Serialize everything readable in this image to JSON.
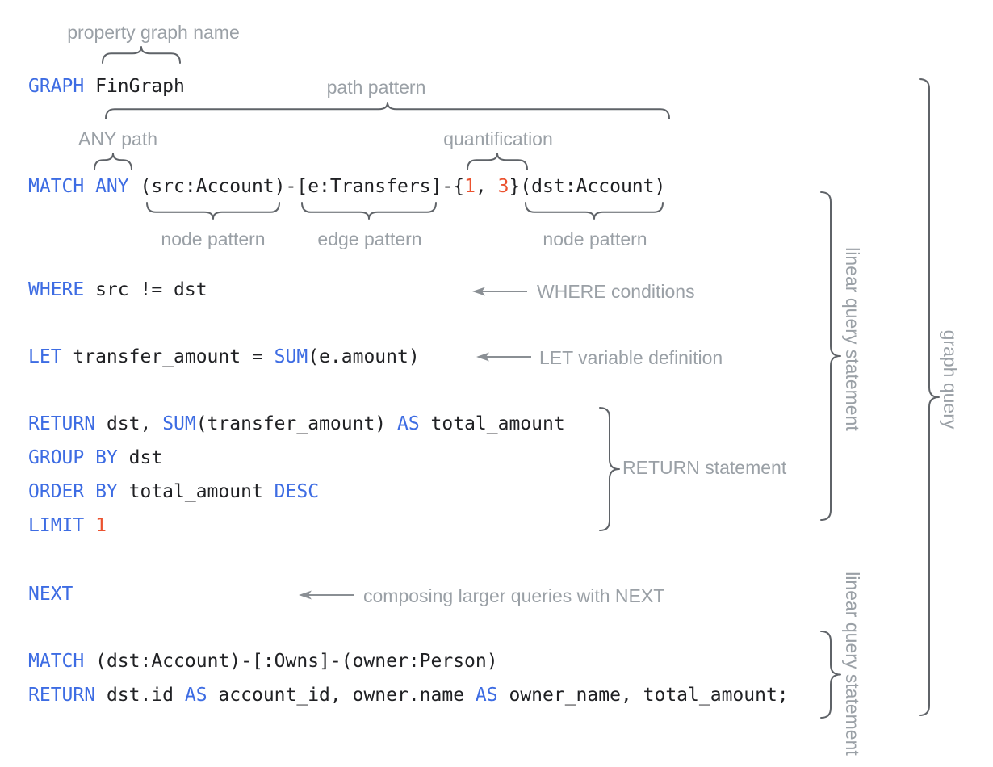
{
  "colors": {
    "keyword_blue": "#3d6ce3",
    "number_orange": "#eb522f",
    "code_dark": "#202124",
    "annotation_gray": "#9aa0a6",
    "brace_gray": "#5f6368",
    "arrow_gray": "#8a8f94",
    "background": "#ffffff"
  },
  "code_lines": [
    {
      "name": "graph-clause",
      "tokens": [
        {
          "t": "GRAPH ",
          "c": "keyword"
        },
        {
          "t": "FinGraph",
          "c": "plain"
        }
      ]
    },
    {
      "name": "match-any-clause",
      "tokens": [
        {
          "t": "MATCH ANY ",
          "c": "keyword"
        },
        {
          "t": "(src:Account)-[e:Transfers]-{",
          "c": "plain"
        },
        {
          "t": "1",
          "c": "number"
        },
        {
          "t": ", ",
          "c": "plain"
        },
        {
          "t": "3",
          "c": "number"
        },
        {
          "t": "}(dst:Account)",
          "c": "plain"
        }
      ]
    },
    {
      "name": "where-clause",
      "tokens": [
        {
          "t": "WHERE",
          "c": "keyword"
        },
        {
          "t": " src != dst",
          "c": "plain"
        }
      ]
    },
    {
      "name": "let-clause",
      "tokens": [
        {
          "t": "LET",
          "c": "keyword"
        },
        {
          "t": " transfer_amount = ",
          "c": "plain"
        },
        {
          "t": "SUM",
          "c": "keyword"
        },
        {
          "t": "(e.amount)",
          "c": "plain"
        }
      ]
    },
    {
      "name": "return-clause",
      "tokens": [
        {
          "t": "RETURN",
          "c": "keyword"
        },
        {
          "t": " dst, ",
          "c": "plain"
        },
        {
          "t": "SUM",
          "c": "keyword"
        },
        {
          "t": "(transfer_amount) ",
          "c": "plain"
        },
        {
          "t": "AS",
          "c": "keyword"
        },
        {
          "t": " total_amount",
          "c": "plain"
        }
      ]
    },
    {
      "name": "group-by-clause",
      "tokens": [
        {
          "t": "GROUP BY",
          "c": "keyword"
        },
        {
          "t": " dst",
          "c": "plain"
        }
      ]
    },
    {
      "name": "order-by-clause",
      "tokens": [
        {
          "t": "ORDER BY",
          "c": "keyword"
        },
        {
          "t": " total_amount ",
          "c": "plain"
        },
        {
          "t": "DESC",
          "c": "keyword"
        }
      ]
    },
    {
      "name": "limit-clause",
      "tokens": [
        {
          "t": "LIMIT ",
          "c": "keyword"
        },
        {
          "t": "1",
          "c": "number"
        }
      ]
    },
    {
      "name": "next-clause",
      "tokens": [
        {
          "t": "NEXT",
          "c": "keyword"
        }
      ]
    },
    {
      "name": "match-2-clause",
      "tokens": [
        {
          "t": "MATCH",
          "c": "keyword"
        },
        {
          "t": " (dst:Account)-[:Owns]-(owner:Person)",
          "c": "plain"
        }
      ]
    },
    {
      "name": "return-2-clause",
      "tokens": [
        {
          "t": "RETURN",
          "c": "keyword"
        },
        {
          "t": " dst.id ",
          "c": "plain"
        },
        {
          "t": "AS",
          "c": "keyword"
        },
        {
          "t": " account_id, owner.name ",
          "c": "plain"
        },
        {
          "t": "AS",
          "c": "keyword"
        },
        {
          "t": " owner_name, total_amount;",
          "c": "plain"
        }
      ]
    }
  ],
  "annotations": {
    "property_graph_name": "property graph name",
    "path_pattern": "path pattern",
    "any_path": "ANY path",
    "quantification": "quantification",
    "node_pattern_left": "node pattern",
    "edge_pattern": "edge pattern",
    "node_pattern_right": "node pattern",
    "where_conditions": "WHERE conditions",
    "let_variable_definition": "LET variable definition",
    "return_statement": "RETURN statement",
    "composing_next": "composing larger queries with NEXT",
    "linear_query_statement_1": "linear query statement",
    "linear_query_statement_2": "linear query statement",
    "graph_query": "graph query"
  }
}
